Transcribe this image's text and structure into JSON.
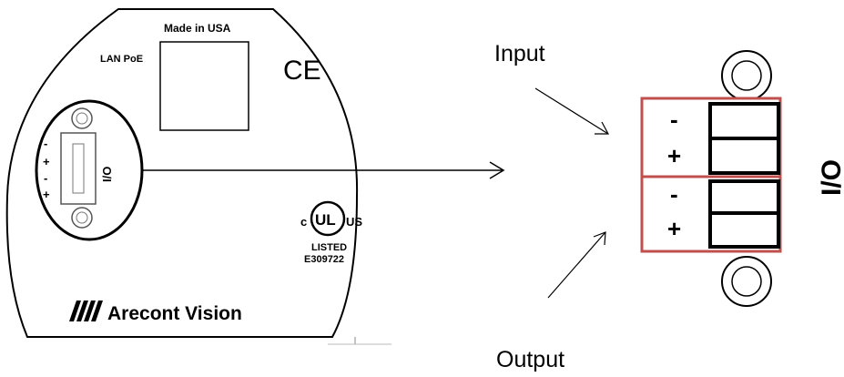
{
  "panel": {
    "made_in": "Made in USA",
    "lan_label": "LAN PoE",
    "ce_mark": "CE",
    "io_small": "I/O",
    "pin_labels": [
      "-",
      "+",
      "-",
      "+"
    ],
    "ul_left": "c",
    "ul_center": "UL",
    "ul_right": "US",
    "listed": "LISTED",
    "file_number": "E309722",
    "brand": "Arecont Vision",
    "brand_icon": "arecont-logo-icon"
  },
  "detail": {
    "input_label": "Input",
    "output_label": "Output",
    "io_large": "I/O",
    "terminal_signs": [
      "-",
      "+",
      "-",
      "+"
    ],
    "colors": {
      "group_border": "#c0504d",
      "line": "#000000"
    }
  }
}
